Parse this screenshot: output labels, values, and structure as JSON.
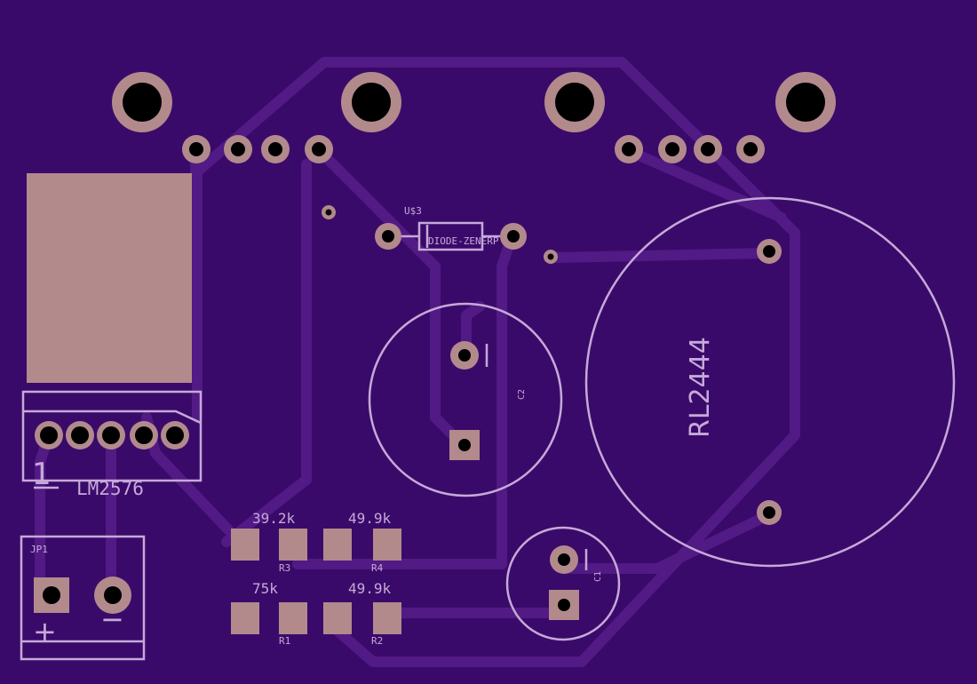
{
  "colors": {
    "board": "#3a0a6a",
    "trace": "#511a84",
    "silkscreen": "#c6a9d8",
    "copper_pad": "#b28a8c",
    "drill_hole": "#000000"
  },
  "labels": {
    "zener_ref": "U$3",
    "zener_value": "DIODE-ZENERP",
    "relay": "RL2444",
    "cap2": "C2",
    "cap1": "C1",
    "regulator": "LM2576",
    "reg_pin1": "1",
    "jumper": "JP1",
    "plus": "+",
    "minus": "−",
    "r3_value": "39.2k",
    "r3_ref": "R3",
    "r4_value": "49.9k",
    "r4_ref": "R4",
    "r1_value": "75k",
    "r1_ref": "R1",
    "r2_value": "49.9k",
    "r2_ref": "R2",
    "cap2_polarity": "|",
    "cap1_polarity": "|"
  }
}
